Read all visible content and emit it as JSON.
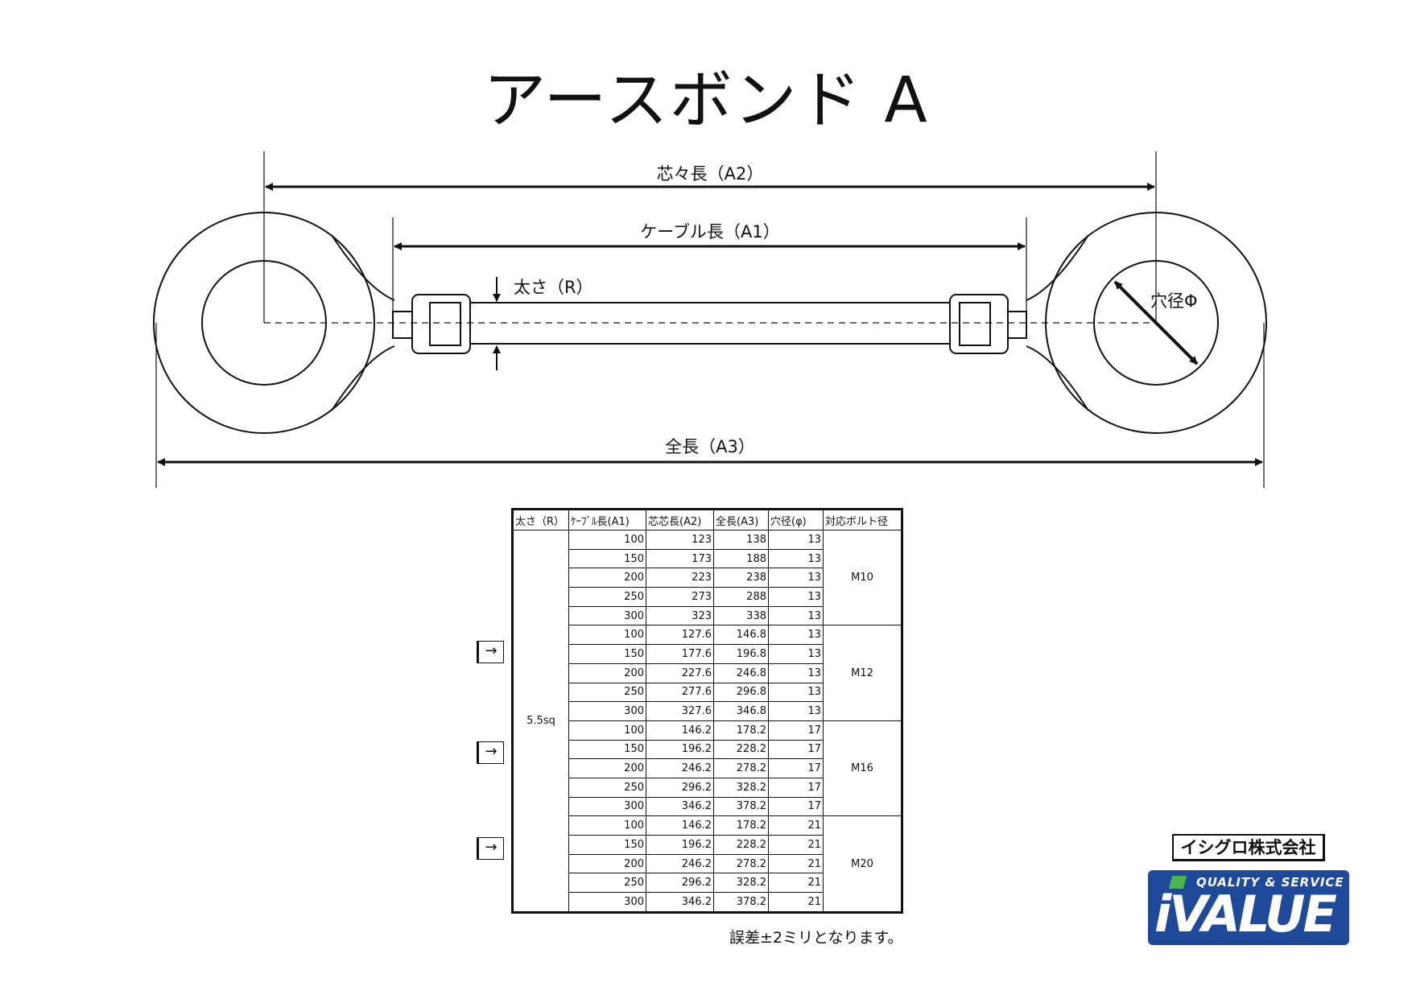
{
  "title": "アースボンド A",
  "dimensions": {
    "a2": "芯々長（A2）",
    "a1": "ケーブル長（A1）",
    "a3": "全長（A3）",
    "r": "太さ（R）",
    "hole": "穴径Φ"
  },
  "table": {
    "headers": [
      "太さ（R）",
      "ｹｰﾌﾞﾙ長(A1)",
      "芯芯長(A2)",
      "全長(A3)",
      "穴径(φ)",
      "対応ボルト径"
    ],
    "thickness": "5.5sq",
    "groups": [
      {
        "bolt": "M10",
        "rows": [
          [
            "100",
            "123",
            "138",
            "13"
          ],
          [
            "150",
            "173",
            "188",
            "13"
          ],
          [
            "200",
            "223",
            "238",
            "13"
          ],
          [
            "250",
            "273",
            "288",
            "13"
          ],
          [
            "300",
            "323",
            "338",
            "13"
          ]
        ]
      },
      {
        "bolt": "M12",
        "rows": [
          [
            "100",
            "127.6",
            "146.8",
            "13"
          ],
          [
            "150",
            "177.6",
            "196.8",
            "13"
          ],
          [
            "200",
            "227.6",
            "246.8",
            "13"
          ],
          [
            "250",
            "277.6",
            "296.8",
            "13"
          ],
          [
            "300",
            "327.6",
            "346.8",
            "13"
          ]
        ]
      },
      {
        "bolt": "M16",
        "rows": [
          [
            "100",
            "146.2",
            "178.2",
            "17"
          ],
          [
            "150",
            "196.2",
            "228.2",
            "17"
          ],
          [
            "200",
            "246.2",
            "278.2",
            "17"
          ],
          [
            "250",
            "296.2",
            "328.2",
            "17"
          ],
          [
            "300",
            "346.2",
            "378.2",
            "17"
          ]
        ]
      },
      {
        "bolt": "M20",
        "rows": [
          [
            "100",
            "146.2",
            "178.2",
            "21"
          ],
          [
            "150",
            "196.2",
            "228.2",
            "21"
          ],
          [
            "200",
            "246.2",
            "278.2",
            "21"
          ],
          [
            "250",
            "296.2",
            "328.2",
            "21"
          ],
          [
            "300",
            "346.2",
            "378.2",
            "21"
          ]
        ]
      }
    ]
  },
  "markers": [
    "→",
    "→",
    "→"
  ],
  "note": "誤差±2ミリとなります。",
  "company": "イシグロ株式会社",
  "logo": {
    "tagline": "QUALITY & SERVICE",
    "brand": "iVALUE",
    "colors": {
      "blue": "#1f4a9c",
      "green": "#49b749"
    }
  }
}
